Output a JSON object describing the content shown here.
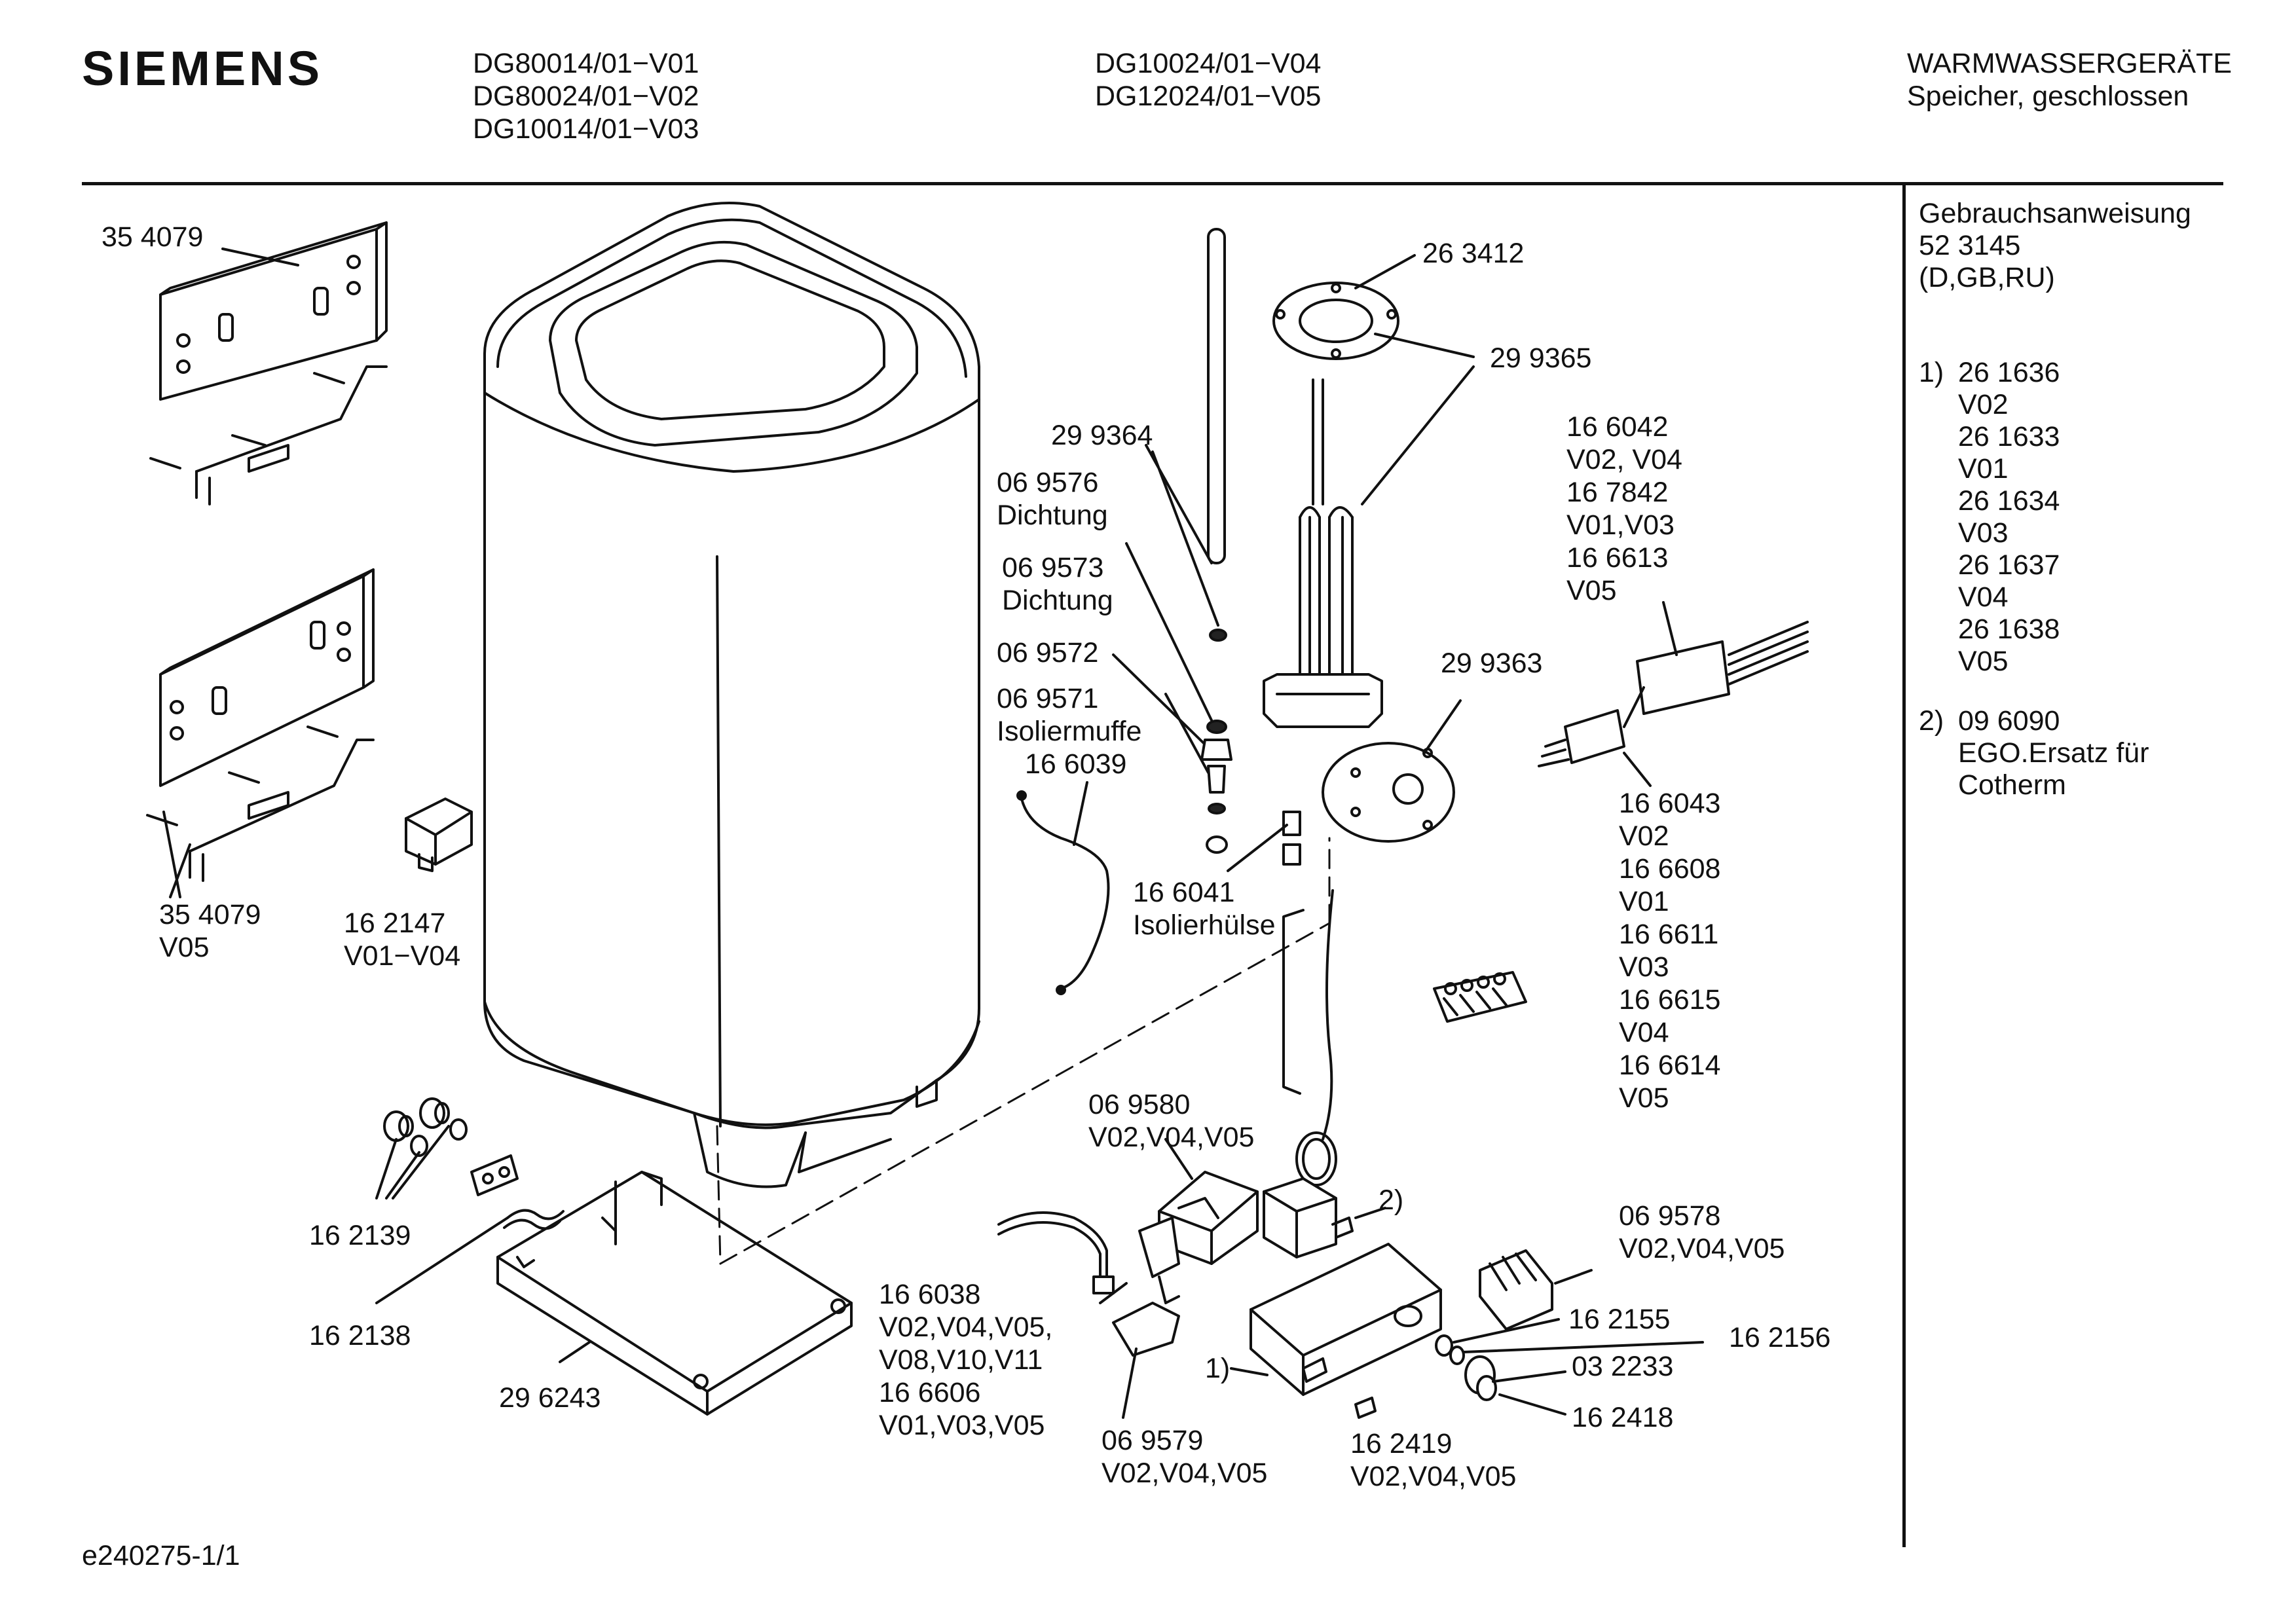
{
  "header": {
    "brand": "SIEMENS",
    "models_col1": [
      "DG80014/01−V01",
      "DG80024/01−V02",
      "DG10014/01−V03"
    ],
    "models_col2": [
      "DG10024/01−V04",
      "DG12024/01−V05"
    ],
    "category": "WARMWASSERGERÄTE",
    "subcategory": "Speicher, geschlossen"
  },
  "sidebar": {
    "manual_title": "Gebrauchsanweisung",
    "manual_number": "52 3145",
    "manual_languages": "(D,GB,RU)",
    "note1": {
      "marker": "1)",
      "lines": [
        "26 1636",
        "V02",
        "26 1633",
        "V01",
        "26 1634",
        "V03",
        "26 1637",
        "V04",
        "26 1638",
        "V05"
      ]
    },
    "note2": {
      "marker": "2)",
      "lines": [
        "09 6090",
        "EGO.Ersatz für",
        "Cotherm"
      ]
    }
  },
  "labels": {
    "bracket_top": "35 4079",
    "bracket_bottom": [
      "35 4079",
      "V05"
    ],
    "relay": [
      "16 2147",
      "V01−V04"
    ],
    "knobs": "16 2139",
    "clip": "16 2138",
    "base_cover": "29 6243",
    "gasket_top": "26 3412",
    "gasket_element": "29 9365",
    "rod": "29 9364",
    "seal_1": [
      "06 9576",
      "Dichtung"
    ],
    "seal_2": [
      "06 9573",
      "Dichtung"
    ],
    "nut": "06 9572",
    "sleeve": [
      "06 9571",
      "Isoliermuffe"
    ],
    "cable": "16 6039",
    "insulating_sleeve": [
      "16 6041",
      "Isolierhülse"
    ],
    "plate": "29 9363",
    "element_variants": [
      "16 6042",
      "V02, V04",
      "16 7842",
      "V01,V03",
      "16 6613",
      "V05"
    ],
    "connector_variants": [
      "16 6043",
      "V02",
      "16 6608",
      "V01",
      "16 6611",
      "V03",
      "16 6615",
      "V04",
      "16 6614",
      "V05"
    ],
    "thermostat_box": [
      "06 9580",
      "V02,V04,V05"
    ],
    "thermostat_marker": "2)",
    "wire_set": [
      "16 6038",
      "V02,V04,V05,",
      "V08,V10,V11",
      "16 6606",
      "V01,V03,V05"
    ],
    "switch": [
      "06 9579",
      "V02,V04,V05"
    ],
    "panel_marker": "1)",
    "lamp": [
      "16 2419",
      "V02,V04,V05"
    ],
    "switch_block": [
      "06 9578",
      "V02,V04,V05"
    ],
    "ring": "16 2155",
    "ring_2": "16 2156",
    "washer": "03 2233",
    "knob": "16 2418"
  },
  "footer": {
    "drawing_id": "e240275-1/1"
  }
}
